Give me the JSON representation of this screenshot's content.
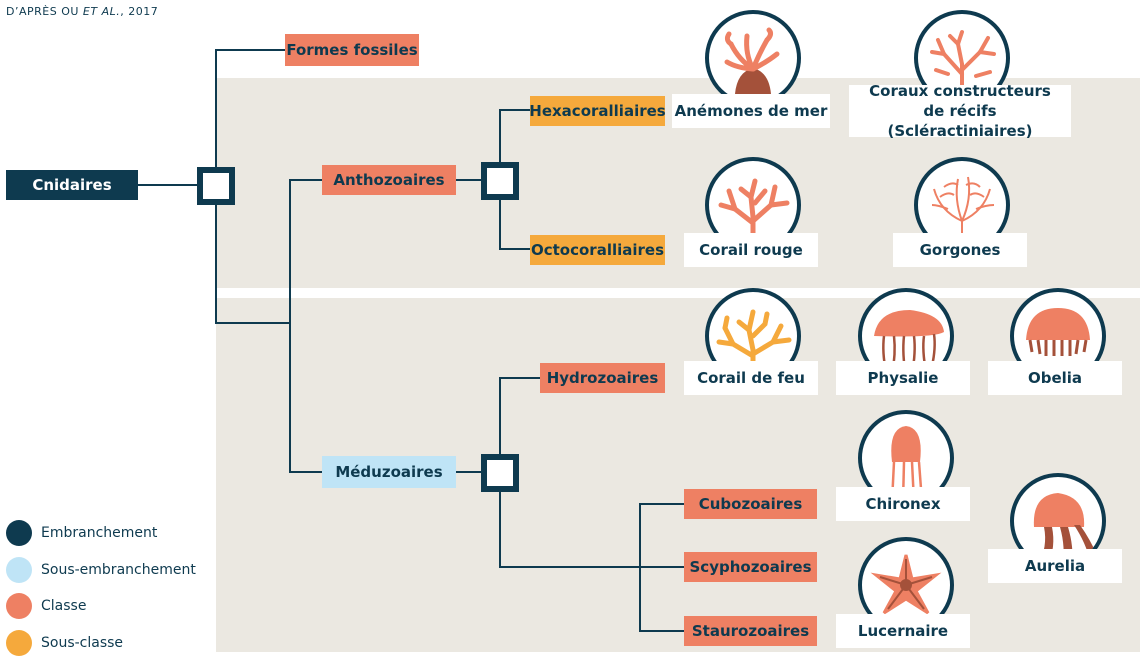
{
  "credit": {
    "prefix": "D’APRÈS OU ",
    "emphasis": "ET AL.",
    "suffix": ", 2017"
  },
  "colors": {
    "embranchement": "#0e3a4f",
    "sous_embranchement": "#bfe4f6",
    "classe": "#ee8063",
    "sous_classe": "#f5a93c",
    "background_band": "#ebe8e1"
  },
  "tree": {
    "root": "Cnidaires",
    "fossils": "Formes fossiles",
    "anthozoaires": "Anthozoaires",
    "hexacoralliaires": "Hexacoralliaires",
    "octocoralliaires": "Octocoralliaires",
    "meduzoaires": "Méduzoaires",
    "hydrozoaires": "Hydrozoaires",
    "cubozoaires": "Cubozoaires",
    "scyphozoaires": "Scyphozoaires",
    "staurozoaires": "Staurozoaires"
  },
  "organisms": {
    "anemones": "Anémones de mer",
    "coraux_line1": "Coraux constructeurs",
    "coraux_line2": "de récifs (Scléractiniaires)",
    "corail_rouge": "Corail rouge",
    "gorgones": "Gorgones",
    "corail_de_feu": "Corail de feu",
    "physalie": "Physalie",
    "obelia": "Obelia",
    "chironex": "Chironex",
    "aurelia": "Aurelia",
    "lucernaire": "Lucernaire"
  },
  "legend": [
    {
      "label": "Embranchement",
      "color": "#0e3a4f"
    },
    {
      "label": "Sous-embranchement",
      "color": "#bfe4f6"
    },
    {
      "label": "Classe",
      "color": "#ee8063"
    },
    {
      "label": "Sous-classe",
      "color": "#f5a93c"
    }
  ]
}
